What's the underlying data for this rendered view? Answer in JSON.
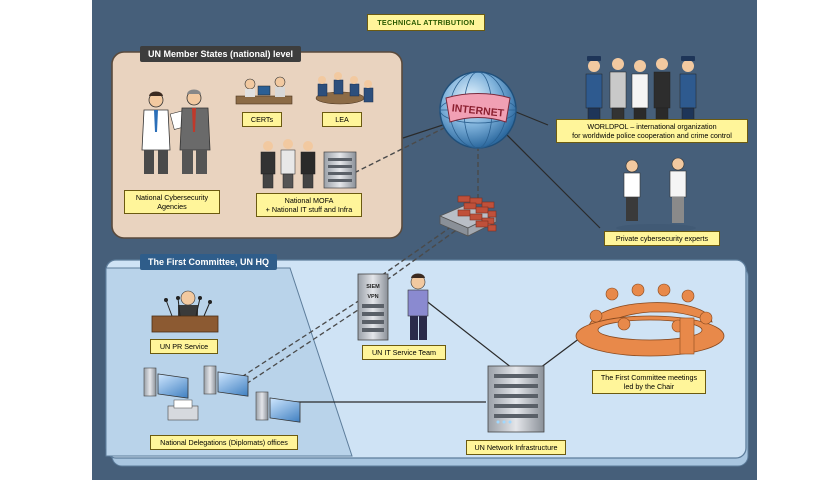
{
  "title": "TECHNICAL ATTRIBUTION",
  "internet_label": "INTERNET",
  "national_level": {
    "heading": "UN Member States (national) level",
    "agencies": "National Cybersecurity\nAgencies",
    "certs": "CERTs",
    "lea": "LEA",
    "mofa": "National MOFA\n+ National IT stuff and Infra"
  },
  "external": {
    "worldpol": "WORLDPOL – international organization\nfor worldwide police cooperation and crime control",
    "private": "Private cybersecurity experts"
  },
  "un_hq": {
    "heading": "The First Committee, UN HQ",
    "pr_service": "UN PR Service",
    "it_team": "UN IT Service Team",
    "meetings": "The First Committee meetings\nled by the Chair",
    "delegations": "National Delegations (Diplomats) offices",
    "network": "UN Network Infrastructure",
    "server_tags": [
      "SIEM",
      "VPN"
    ]
  },
  "colors": {
    "background": "#465f7a",
    "national_panel": "#e9d3bf",
    "hq_panel": "#cfe3f5",
    "label_fill": "#fff59a",
    "meeting_figures": "#e8894a"
  }
}
